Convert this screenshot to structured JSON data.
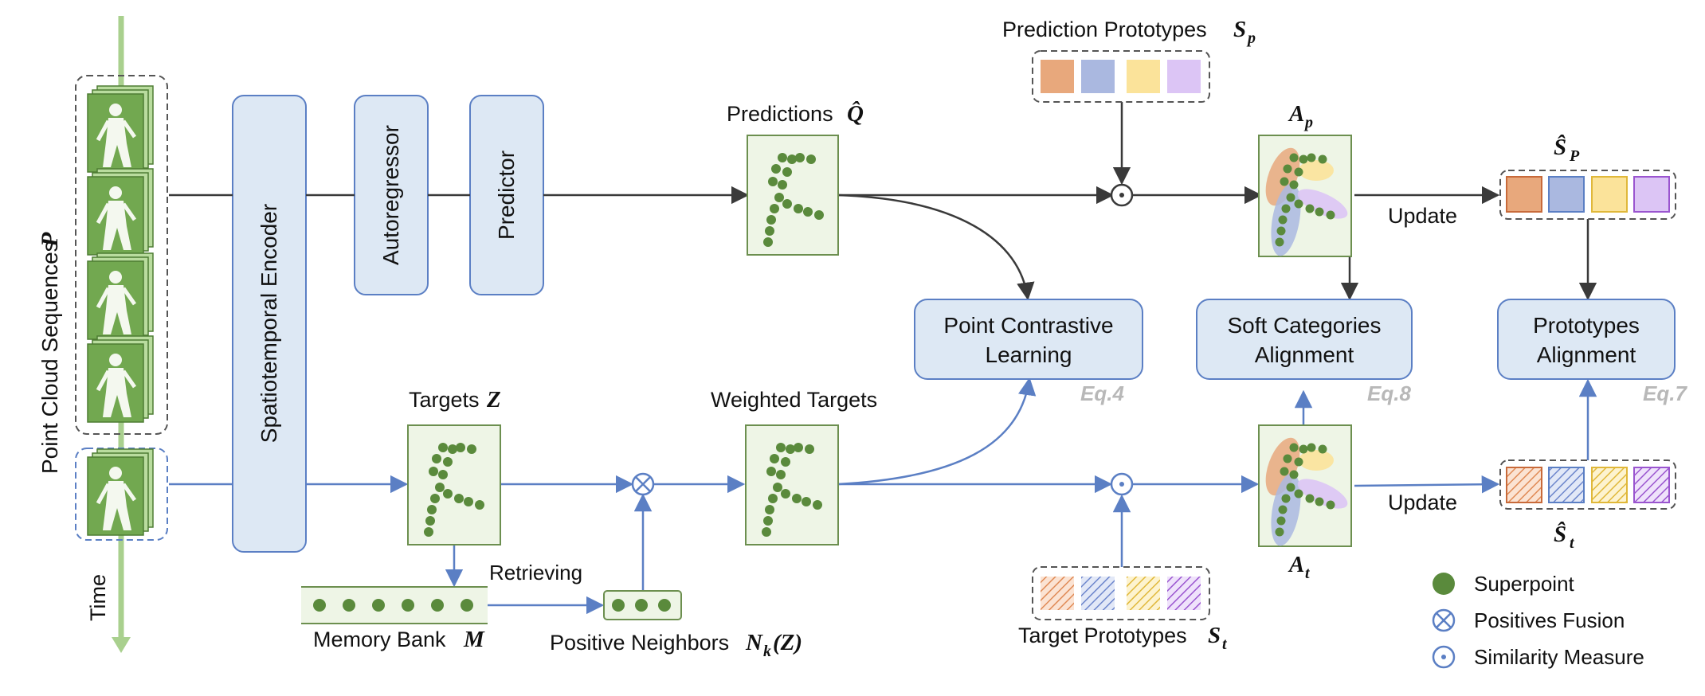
{
  "input": {
    "label": "Point Cloud Sequences",
    "symbol": "P",
    "time_label": "Time"
  },
  "modules": {
    "encoder": "Spatiotemporal  Encoder",
    "autoregressor": "Autoregressor",
    "predictor": "Predictor",
    "point_contrastive": [
      "Point Contrastive",
      "Learning"
    ],
    "soft_categories": [
      "Soft Categories",
      "Alignment"
    ],
    "prototypes_alignment": [
      "Prototypes",
      "Alignment"
    ]
  },
  "equations": {
    "point_contrastive": "Eq.4",
    "soft_categories": "Eq.8",
    "prototypes_alignment": "Eq.7"
  },
  "labels": {
    "predictions": "Predictions",
    "predictions_symbol": "Q̂",
    "targets": "Targets",
    "targets_symbol": "Z",
    "weighted_targets": "Weighted Targets",
    "retrieving": "Retrieving",
    "memory_bank": "Memory Bank",
    "memory_bank_symbol": "M",
    "positive_neighbors": "Positive Neighbors",
    "positive_neighbors_symbol_main": "N",
    "positive_neighbors_symbol_sub": "k",
    "positive_neighbors_symbol_arg": "(Z)",
    "prediction_prototypes": "Prediction Prototypes",
    "prediction_prototypes_symbol_main": "S",
    "prediction_prototypes_symbol_sub": "p",
    "target_prototypes": "Target Prototypes",
    "target_prototypes_symbol_main": "S",
    "target_prototypes_symbol_sub": "t",
    "ap_main": "A",
    "ap_sub": "p",
    "at_main": "A",
    "at_sub": "t",
    "sp_hat_main": "Ŝ",
    "sp_hat_sub": "P",
    "st_hat_main": "Ŝ",
    "st_hat_sub": "t",
    "update_top": "Update",
    "update_bottom": "Update"
  },
  "legend": {
    "superpoint": "Superpoint",
    "positives_fusion": "Positives Fusion",
    "similarity_measure": "Similarity Measure"
  },
  "colors": {
    "dark_arrow": "#3a3a3a",
    "blue_arrow": "#5b7fc4",
    "module_fill": "#dde8f4",
    "module_stroke": "#5b7fc4",
    "superpoint": "#5a8a3c",
    "panel_fill": "#eef5e6",
    "panel_stroke": "#6c8f4f",
    "time_axis": "#a9d08e",
    "proto_orange": "#e8a87c",
    "proto_blue": "#aab8e0",
    "proto_yellow": "#fbe39a",
    "proto_purple": "#dcc5f5",
    "eq_gray": "#b8b8b8"
  }
}
